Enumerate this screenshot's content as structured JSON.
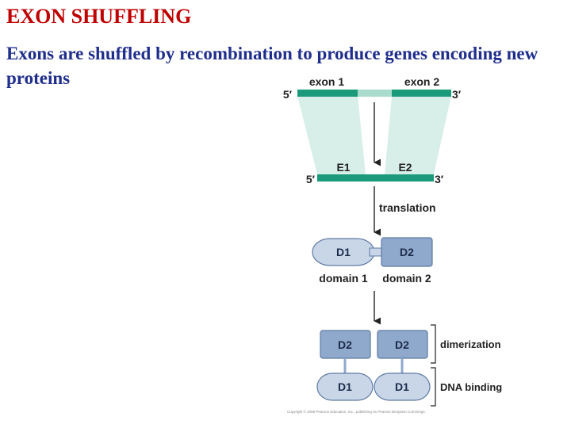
{
  "header": {
    "title": "EXON SHUFFLING",
    "subtitle": "Exons are shuffled by recombination to produce genes encoding new proteins"
  },
  "diagram": {
    "exon1_label": "exon 1",
    "exon2_label": "exon 2",
    "five_prime": "5′",
    "three_prime": "3′",
    "e1_label": "E1",
    "e2_label": "E2",
    "translation_label": "translation",
    "d1_label": "D1",
    "d2_label": "D2",
    "domain1_label": "domain 1",
    "domain2_label": "domain 2",
    "dimerization_label": "dimerization",
    "dna_binding_label": "DNA binding",
    "copyright": "Copyright © 2008 Pearson Education, Inc., publishing as Pearson Benjamin Cummings."
  },
  "colors": {
    "exon": "#1a9a7a",
    "intron": "#a9dccd",
    "shade": "#d8efe9",
    "domain_fill": "#8fa9cc",
    "domain_stroke": "#5e7aa3",
    "pill_fill": "#c9d6e8",
    "title": "#c00000",
    "subtitle": "#1f2e8c"
  }
}
